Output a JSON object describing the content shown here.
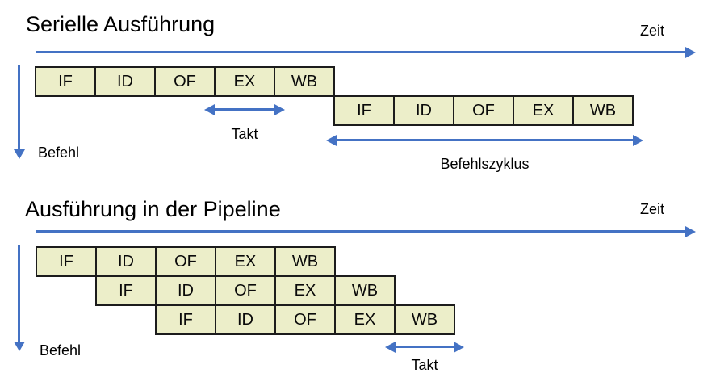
{
  "colors": {
    "arrow_blue": "#4472c4",
    "box_fill": "#eceec9",
    "box_border": "#1c1c1c",
    "text": "#000000",
    "background": "#ffffff"
  },
  "stages": [
    "IF",
    "ID",
    "OF",
    "EX",
    "WB"
  ],
  "serial_section": {
    "title": "Serielle Ausführung",
    "time_label": "Zeit",
    "instruction_axis_label": "Befehl",
    "clock_label": "Takt",
    "cycle_label": "Befehlszyklus",
    "rows": 2
  },
  "pipeline_section": {
    "title": "Ausführung in der Pipeline",
    "time_label": "Zeit",
    "instruction_axis_label": "Befehl",
    "clock_label": "Takt",
    "rows": 3
  }
}
